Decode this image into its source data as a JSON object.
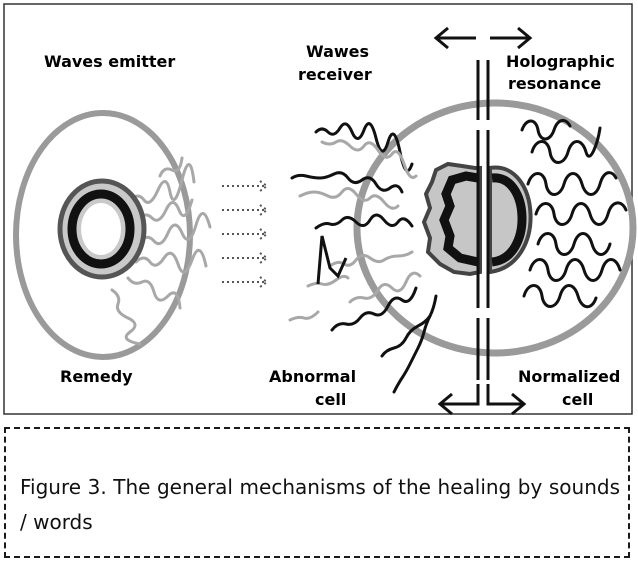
{
  "labels": {
    "waves_emitter": "Waves emitter",
    "wawes_receiver_1": "Wawes",
    "wawes_receiver_2": "receiver",
    "holographic_1": "Holographic",
    "holographic_2": "resonance",
    "remedy": "Remedy",
    "abnormal_1": "Abnormal",
    "abnormal_2": "cell",
    "normalized_1": "Normalized",
    "normalized_2": "cell"
  },
  "caption": "Figure 3. The general mechanisms of the healing by sounds / words",
  "colors": {
    "ink": "#111111",
    "cell_wall": "#9a9a9a",
    "wave_gray": "#a8a8a8",
    "inner_fill": "#c8c8c8"
  }
}
